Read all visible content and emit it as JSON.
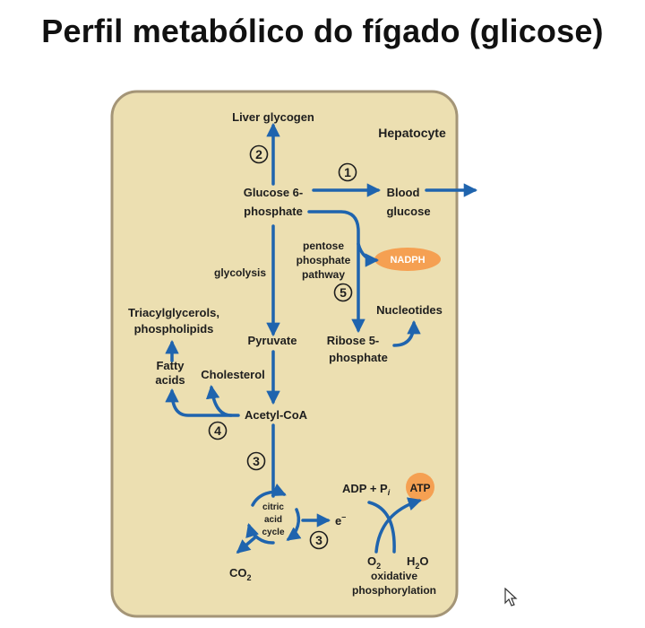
{
  "title": "Perfil metabólico do fígado (glicose)",
  "cell_label": "Hepatocyte",
  "nodes": {
    "liver_glycogen": "Liver glycogen",
    "glucose6p_1": "Glucose 6-",
    "glucose6p_2": "phosphate",
    "blood_glucose_1": "Blood",
    "blood_glucose_2": "glucose",
    "nadph": "NADPH",
    "ppp_1": "pentose",
    "ppp_2": "phosphate",
    "ppp_3": "pathway",
    "glycolysis": "glycolysis",
    "nucleotides": "Nucleotides",
    "tag_1": "Triacylglycerols,",
    "tag_2": "phospholipids",
    "pyruvate": "Pyruvate",
    "ribose_1": "Ribose 5-",
    "ribose_2": "phosphate",
    "fatty_1": "Fatty",
    "fatty_2": "acids",
    "cholesterol": "Cholesterol",
    "acetylcoa": "Acetyl-CoA",
    "citric_1": "citric",
    "citric_2": "acid",
    "citric_3": "cycle",
    "electron": "e",
    "electron_sup": "–",
    "adp_pi": "ADP + P",
    "adp_pi_sub": "i",
    "atp": "ATP",
    "o2": "O",
    "o2_sub": "2",
    "h2o_h": "H",
    "h2o_sub": "2",
    "h2o_o": "O",
    "co2": "CO",
    "co2_sub": "2",
    "oxidative_1": "oxidative",
    "oxidative_2": "phosphorylation"
  },
  "steps": {
    "s1": "1",
    "s2": "2",
    "s3a": "3",
    "s3b": "3",
    "s4": "4",
    "s5": "5"
  },
  "colors": {
    "cell_fill": "#ecdfb1",
    "cell_border": "#a49577",
    "arrow": "#1f64ae",
    "highlight": "#f5a052",
    "text": "#1e1e1e"
  },
  "icons": {
    "cursor": "mouse-pointer-icon"
  }
}
